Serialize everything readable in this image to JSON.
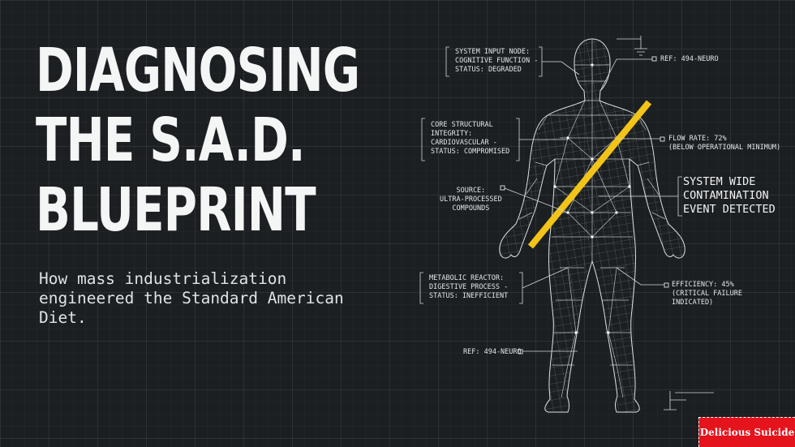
{
  "title_lines": [
    "DIAGNOSING",
    "THE S.A.D.",
    "BLUEPRINT"
  ],
  "subtitle": "How mass industrialization engineered the Standard American Diet.",
  "annotations": {
    "input_node": "SYSTEM INPUT NODE:\nCOGNITIVE FUNCTION -\nSTATUS: DEGRADED",
    "ref_top": "REF: 494-NEURO",
    "core_structural": "CORE STRUCTURAL\nINTEGRITY:\nCARDIOVASCULAR -\nSTATUS: COMPROMISED",
    "flow_rate": "FLOW RATE: 72%\n(BELOW OPERATIONAL MINIMUM)",
    "contamination": "SYSTEM WIDE\nCONTAMINATION\nEVENT DETECTED",
    "source": "SOURCE:\nULTRA-PROCESSED\nCOMPOUNDS",
    "metabolic": "METABOLIC REACTOR:\nDIGESTIVE PROCESS -\nSTATUS: INEFFICIENT",
    "efficiency": "EFFICIENCY: 45%\n(CRITICAL FAILURE\nINDICATED)",
    "ref_bottom": "REF: 494-NEURO"
  },
  "brand": "Delicious Suicide",
  "colors": {
    "background": "#1c1f22",
    "accent_stripe": "#f2c318",
    "line": "#d9dde0",
    "brand_red": "#e4131c"
  },
  "icons": [
    "human-body-wireframe",
    "ground-symbol",
    "node-square"
  ]
}
